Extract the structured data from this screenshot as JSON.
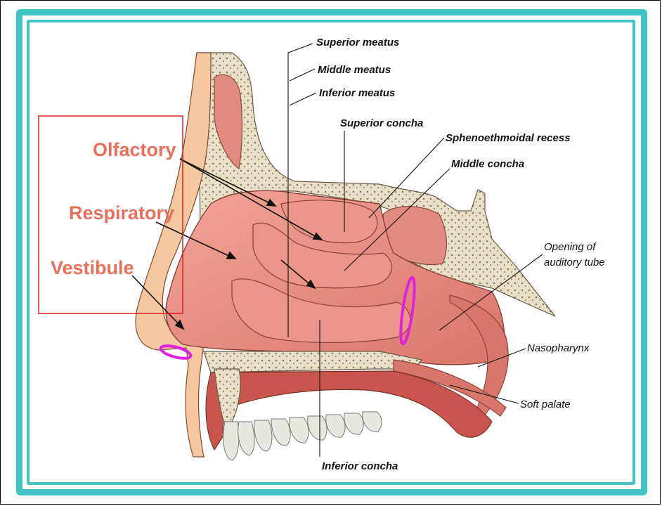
{
  "labels": {
    "superior_meatus": "Superior meatus",
    "middle_meatus": "Middle meatus",
    "inferior_meatus": "Inferior meatus",
    "superior_concha": "Superior concha",
    "sphenoethmoidal_recess": "Sphenoethmoidal recess",
    "middle_concha": "Middle concha",
    "opening_auditory_tube_line1": "Opening of",
    "opening_auditory_tube_line2": "auditory tube",
    "nasopharynx": "Nasopharynx",
    "soft_palate": "Soft palate",
    "inferior_concha": "Inferior concha"
  },
  "regions": {
    "olfactory": "Olfactory",
    "respiratory": "Respiratory",
    "vestibule": "Vestibule"
  },
  "colors": {
    "frame": "#41c4c4",
    "region_text": "#e8705a",
    "highlight_box": "#e02020",
    "marker": "#e020e0",
    "mucosa": "#e88a80",
    "bone": "#e8dcc0"
  }
}
